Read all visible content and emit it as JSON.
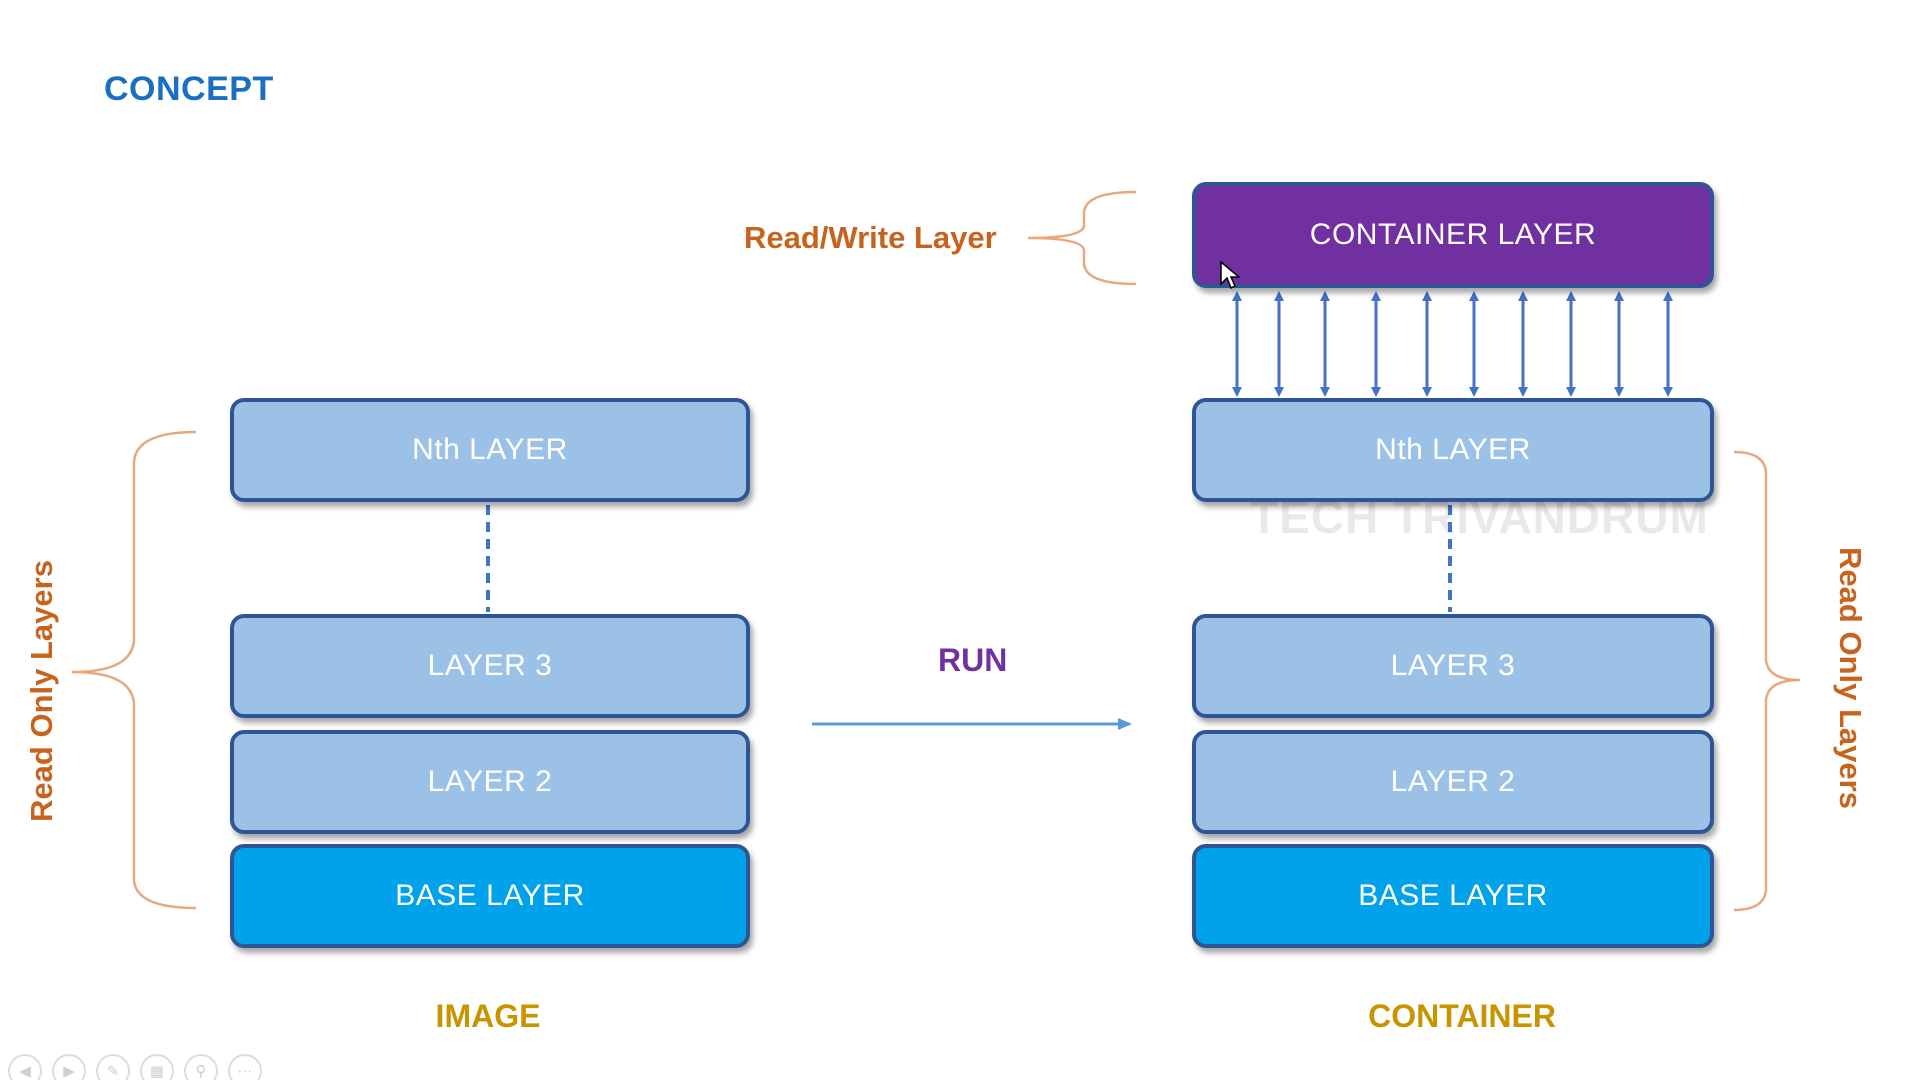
{
  "slide": {
    "title": "CONCEPT",
    "watermark": "TECH TRIVANDRUM"
  },
  "image_stack": {
    "caption": "IMAGE",
    "side_label": "Read Only Layers",
    "layers": {
      "nth": "Nth LAYER",
      "layer3": "LAYER 3",
      "layer2": "LAYER 2",
      "base": "BASE LAYER"
    }
  },
  "run": {
    "label": "RUN"
  },
  "container_stack": {
    "caption": "CONTAINER",
    "side_label": "Read Only Layers",
    "rw_label": "Read/Write Layer",
    "layers": {
      "container": "CONTAINER LAYER",
      "nth": "Nth LAYER",
      "layer3": "LAYER 3",
      "layer2": "LAYER 2",
      "base": "BASE LAYER"
    }
  },
  "colors": {
    "title": "#1a6fbf",
    "read_only_layer": "#9cc1e6",
    "base_layer": "#00a2ea",
    "container_layer": "#7030a0",
    "layer_border": "#2f5597",
    "orange_label": "#c8631e",
    "gold_caption": "#c89400",
    "run_label": "#7030a0",
    "arrow": "#4472c4"
  },
  "player_controls": {
    "buttons": [
      "previous-icon",
      "next-icon",
      "pen-icon",
      "slides-icon",
      "zoom-icon",
      "more-icon"
    ]
  }
}
